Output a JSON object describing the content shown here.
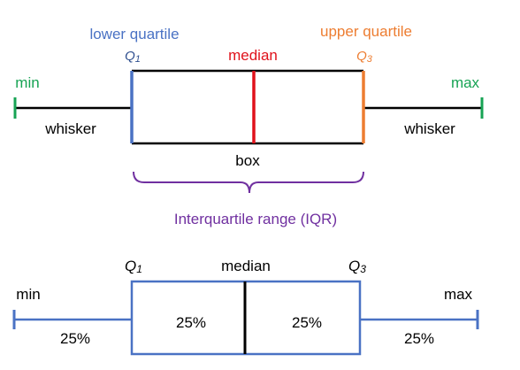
{
  "top": {
    "min_label": "min",
    "max_label": "max",
    "lower_quartile_label": "lower quartile",
    "upper_quartile_label": "upper quartile",
    "median_label": "median",
    "q1": {
      "letter": "Q",
      "sub": "1"
    },
    "q3": {
      "letter": "Q",
      "sub": "3"
    },
    "whisker_left": "whisker",
    "whisker_right": "whisker",
    "box_label": "box",
    "iqr_label": "Interquartile range (IQR)"
  },
  "bottom": {
    "min_label": "min",
    "max_label": "max",
    "median_label": "median",
    "q1": {
      "letter": "Q",
      "sub": "1"
    },
    "q3": {
      "letter": "Q",
      "sub": "3"
    },
    "pct_left_whisker": "25%",
    "pct_box_left": "25%",
    "pct_box_right": "25%",
    "pct_right_whisker": "25%"
  },
  "colors": {
    "blue": "#4a72c4",
    "orange": "#ed7d31",
    "red": "#e0121b",
    "green": "#17a354",
    "purple": "#7030a0",
    "navy": "#2f4f8f",
    "black": "#000000"
  }
}
